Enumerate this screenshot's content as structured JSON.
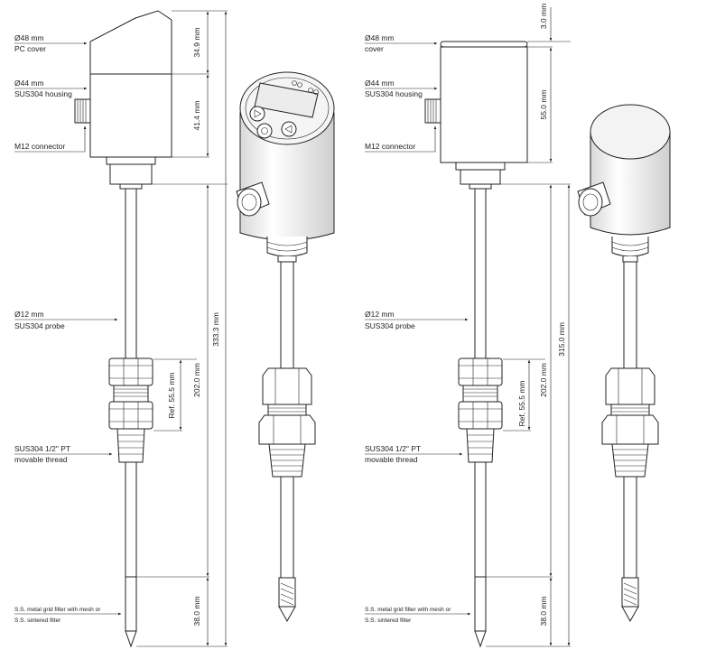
{
  "left_dimensioned_view": {
    "labels": {
      "pc_cover_size": "Ø48 mm",
      "pc_cover_name": "PC cover",
      "housing_size": "Ø44 mm",
      "housing_name": "SUS304 housing",
      "connector": "M12 connector",
      "probe_size": "Ø12 mm",
      "probe_name": "SUS304 probe",
      "thread_line1": "SUS304 1/2\" PT",
      "thread_line2": "movable thread",
      "filter_line1": "S.S. metal grid filter with mesh or",
      "filter_line2": "S.S. sintered filter"
    },
    "dimensions": {
      "cover": "34.9 mm",
      "housing": "41.4 mm",
      "total": "333.3 mm",
      "probe": "202.0 mm",
      "ref_thread": "Ref. 55.5 mm",
      "filter": "38.0 mm"
    }
  },
  "right_dimensioned_view": {
    "labels": {
      "cover_size": "Ø48 mm",
      "cover_name": "cover",
      "housing_size": "Ø44 mm",
      "housing_name": "SUS304 housing",
      "connector": "M12 connector",
      "probe_size": "Ø12 mm",
      "probe_name": "SUS304 probe",
      "thread_line1": "SUS304 1/2\" PT",
      "thread_line2": "movable thread",
      "filter_line1": "S.S. metal grid filter with mesh or",
      "filter_line2": "S.S. sintered filter"
    },
    "dimensions": {
      "cover": "3.0 mm",
      "housing": "55.0 mm",
      "total": "315.0 mm",
      "probe": "202.0 mm",
      "ref_thread": "Ref. 55.5 mm",
      "filter": "38.0 mm"
    }
  }
}
